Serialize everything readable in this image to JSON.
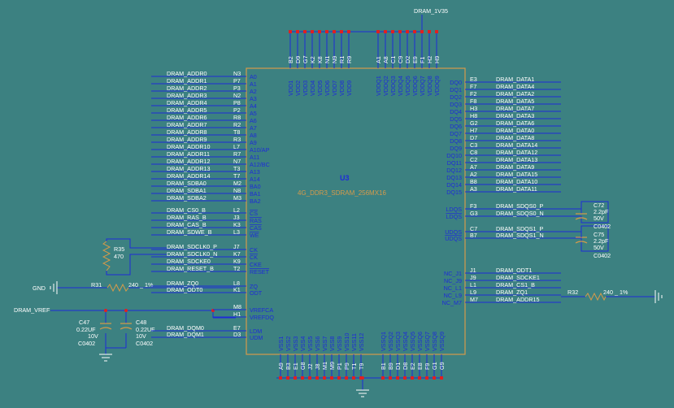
{
  "component": {
    "ref": "U3",
    "value": "4G_DDR3_SDRAM_256MX16"
  },
  "power_net": "DRAM_1V35",
  "top_pins": [
    {
      "num": "B2",
      "name": "VDD1"
    },
    {
      "num": "D9",
      "name": "VDD2"
    },
    {
      "num": "G7",
      "name": "VDD3"
    },
    {
      "num": "K2",
      "name": "VDD4"
    },
    {
      "num": "K8",
      "name": "VDD5"
    },
    {
      "num": "N1",
      "name": "VDD6"
    },
    {
      "num": "N9",
      "name": "VDD7"
    },
    {
      "num": "R1",
      "name": "VDD8"
    },
    {
      "num": "R9",
      "name": "VDD9"
    },
    {
      "num": "A1",
      "name": "VDDQ1"
    },
    {
      "num": "A8",
      "name": "VDDQ2"
    },
    {
      "num": "C1",
      "name": "VDDQ3"
    },
    {
      "num": "C9",
      "name": "VDDQ4"
    },
    {
      "num": "D2",
      "name": "VDDQ5"
    },
    {
      "num": "E9",
      "name": "VDDQ6"
    },
    {
      "num": "F1",
      "name": "VDDQ7"
    },
    {
      "num": "H2",
      "name": "VDDQ8"
    },
    {
      "num": "H9",
      "name": "VDDQ9"
    }
  ],
  "bottom_pins": [
    {
      "num": "A9",
      "name": "VSS1"
    },
    {
      "num": "B3",
      "name": "VSS2"
    },
    {
      "num": "E1",
      "name": "VSS3"
    },
    {
      "num": "G8",
      "name": "VSS4"
    },
    {
      "num": "J2",
      "name": "VSS5"
    },
    {
      "num": "J8",
      "name": "VSS6"
    },
    {
      "num": "M1",
      "name": "VSS7"
    },
    {
      "num": "M9",
      "name": "VSS8"
    },
    {
      "num": "P1",
      "name": "VSS9"
    },
    {
      "num": "P9",
      "name": "VSS10"
    },
    {
      "num": "T1",
      "name": "VSS11"
    },
    {
      "num": "T9",
      "name": "VSS12"
    },
    {
      "num": "B1",
      "name": "VSSQ1"
    },
    {
      "num": "B9",
      "name": "VSSQ2"
    },
    {
      "num": "D1",
      "name": "VSSQ3"
    },
    {
      "num": "D8",
      "name": "VSSQ4"
    },
    {
      "num": "E2",
      "name": "VSSQ5"
    },
    {
      "num": "E8",
      "name": "VSSQ6"
    },
    {
      "num": "F9",
      "name": "VSSQ7"
    },
    {
      "num": "G1",
      "name": "VSSQ8"
    },
    {
      "num": "G9",
      "name": "VSSQ9"
    }
  ],
  "left_pins": [
    {
      "num": "N3",
      "name": "A0",
      "net": "DRAM_ADDR0"
    },
    {
      "num": "P7",
      "name": "A1",
      "net": "DRAM_ADDR1"
    },
    {
      "num": "P3",
      "name": "A2",
      "net": "DRAM_ADDR2"
    },
    {
      "num": "N2",
      "name": "A3",
      "net": "DRAM_ADDR3"
    },
    {
      "num": "P8",
      "name": "A4",
      "net": "DRAM_ADDR4"
    },
    {
      "num": "P2",
      "name": "A5",
      "net": "DRAM_ADDR5"
    },
    {
      "num": "R8",
      "name": "A6",
      "net": "DRAM_ADDR6"
    },
    {
      "num": "R2",
      "name": "A7",
      "net": "DRAM_ADDR7"
    },
    {
      "num": "T8",
      "name": "A8",
      "net": "DRAM_ADDR8"
    },
    {
      "num": "R3",
      "name": "A9",
      "net": "DRAM_ADDR9"
    },
    {
      "num": "L7",
      "name": "A10/AP",
      "net": "DRAM_ADDR10"
    },
    {
      "num": "R7",
      "name": "A11",
      "net": "DRAM_ADDR11"
    },
    {
      "num": "N7",
      "name": "A12/BC",
      "net": "DRAM_ADDR12"
    },
    {
      "num": "T3",
      "name": "A13",
      "net": "DRAM_ADDR13"
    },
    {
      "num": "T7",
      "name": "A14",
      "net": "DRAM_ADDR14"
    },
    {
      "num": "M2",
      "name": "BA0",
      "net": "DRAM_SDBA0"
    },
    {
      "num": "N8",
      "name": "BA1",
      "net": "DRAM_SDBA1"
    },
    {
      "num": "M3",
      "name": "BA2",
      "net": "DRAM_SDBA2"
    },
    {
      "num": "L2",
      "name": "CS",
      "net": "DRAM_CS0_B"
    },
    {
      "num": "J3",
      "name": "RAS",
      "net": "DRAM_RAS_B"
    },
    {
      "num": "K3",
      "name": "CAS",
      "net": "DRAM_CAS_B"
    },
    {
      "num": "L3",
      "name": "WE",
      "net": "DRAM_SDWE_B"
    },
    {
      "num": "J7",
      "name": "CK",
      "net": "DRAM_SDCLK0_P"
    },
    {
      "num": "K7",
      "name": "CK",
      "net": "DRAM_SDCLK0_N"
    },
    {
      "num": "K9",
      "name": "CKE",
      "net": "DRAM_SDCKE0"
    },
    {
      "num": "T2",
      "name": "RESET",
      "net": "DRAM_RESET_B"
    },
    {
      "num": "L8",
      "name": "ZQ",
      "net": "DRAM_ZQ0"
    },
    {
      "num": "K1",
      "name": "ODT",
      "net": "DRAM_ODT0"
    },
    {
      "num": "M8",
      "name": "VREFCA",
      "net": ""
    },
    {
      "num": "H1",
      "name": "VREFDQ",
      "net": ""
    },
    {
      "num": "E7",
      "name": "LDM",
      "net": "DRAM_DQM0"
    },
    {
      "num": "D3",
      "name": "UDM",
      "net": "DRAM_DQM1"
    }
  ],
  "right_pins": [
    {
      "num": "E3",
      "name": "DQ0",
      "net": "DRAM_DATA1"
    },
    {
      "num": "F7",
      "name": "DQ1",
      "net": "DRAM_DATA4"
    },
    {
      "num": "F2",
      "name": "DQ2",
      "net": "DRAM_DATA2"
    },
    {
      "num": "F8",
      "name": "DQ3",
      "net": "DRAM_DATA5"
    },
    {
      "num": "H3",
      "name": "DQ4",
      "net": "DRAM_DATA7"
    },
    {
      "num": "H8",
      "name": "DQ5",
      "net": "DRAM_DATA3"
    },
    {
      "num": "G2",
      "name": "DQ6",
      "net": "DRAM_DATA6"
    },
    {
      "num": "H7",
      "name": "DQ7",
      "net": "DRAM_DATA0"
    },
    {
      "num": "D7",
      "name": "DQ8",
      "net": "DRAM_DATA8"
    },
    {
      "num": "C3",
      "name": "DQ9",
      "net": "DRAM_DATA14"
    },
    {
      "num": "C8",
      "name": "DQ10",
      "net": "DRAM_DATA12"
    },
    {
      "num": "C2",
      "name": "DQ11",
      "net": "DRAM_DATA13"
    },
    {
      "num": "A7",
      "name": "DQ12",
      "net": "DRAM_DATA9"
    },
    {
      "num": "A2",
      "name": "DQ13",
      "net": "DRAM_DATA15"
    },
    {
      "num": "B8",
      "name": "DQ14",
      "net": "DRAM_DATA10"
    },
    {
      "num": "A3",
      "name": "DQ15",
      "net": "DRAM_DATA11"
    },
    {
      "num": "F3",
      "name": "LDQS",
      "net": "DRAM_SDQS0_P"
    },
    {
      "num": "G3",
      "name": "LDQS",
      "net": "DRAM_SDQS0_N"
    },
    {
      "num": "C7",
      "name": "UDQS",
      "net": "DRAM_SDQS1_P"
    },
    {
      "num": "B7",
      "name": "UDQS",
      "net": "DRAM_SDQS1_N"
    },
    {
      "num": "J1",
      "name": "NC_J1",
      "net": "DRAM_ODT1"
    },
    {
      "num": "J9",
      "name": "NC_J9",
      "net": "DRAM_SDCKE1"
    },
    {
      "num": "L1",
      "name": "NC_L1",
      "net": "DRAM_CS1_B"
    },
    {
      "num": "L9",
      "name": "NC_L9",
      "net": "DRAM_ZQ1"
    },
    {
      "num": "M7",
      "name": "NC_M7",
      "net": "DRAM_ADDR15"
    }
  ],
  "passives": {
    "r35": {
      "ref": "R35",
      "value": "470"
    },
    "r31": {
      "ref": "R31",
      "value": "240 _ 1%"
    },
    "r32": {
      "ref": "R32",
      "value": "240 _ 1%"
    },
    "c72": {
      "ref": "C72",
      "v1": "2.2pF",
      "v2": "50V",
      "v3": "C0402"
    },
    "c75": {
      "ref": "C75",
      "v1": "2.2pF",
      "v2": "50V",
      "v3": "C0402"
    },
    "c47": {
      "ref": "C47",
      "v1": "0.22UF",
      "v2": "10V",
      "v3": "C0402"
    },
    "c48": {
      "ref": "C48",
      "v1": "0.22UF",
      "v2": "10V",
      "v3": "C0402"
    }
  },
  "labels": {
    "gnd": "GND",
    "vref": "DRAM_VREF"
  },
  "colors": {
    "background": "#3c8181",
    "wire": "#1e2bd8",
    "body": "#d59a4a",
    "junction": "#e02020",
    "text": "#ffffff"
  }
}
